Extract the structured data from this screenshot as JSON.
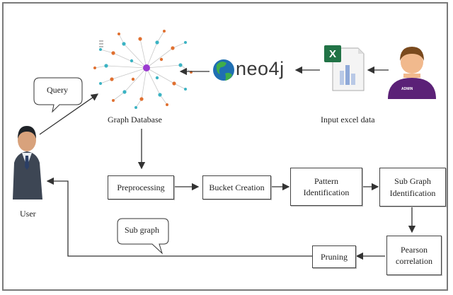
{
  "labels": {
    "query": "Query",
    "graph_database": "Graph Database",
    "input_excel_data": "Input excel data",
    "user": "User",
    "sub_graph": "Sub graph",
    "neo4j": "neo4j",
    "admin": "ADMIN"
  },
  "steps": {
    "preprocessing": "Preprocessing",
    "bucket_creation": "Bucket Creation",
    "pattern_identification_1": "Pattern",
    "pattern_identification_2": "Identification",
    "sub_graph_identification_1": "Sub Graph",
    "sub_graph_identification_2": "Identification",
    "pearson_correlation_1": "Pearson",
    "pearson_correlation_2": "correlation",
    "pruning": "Pruning"
  },
  "colors": {
    "arrow": "#333333",
    "excel_green": "#217346",
    "neo4j_blue": "#1f6fb2",
    "admin_purple": "#5b2177",
    "graph_hub": "#9b3bd0"
  }
}
